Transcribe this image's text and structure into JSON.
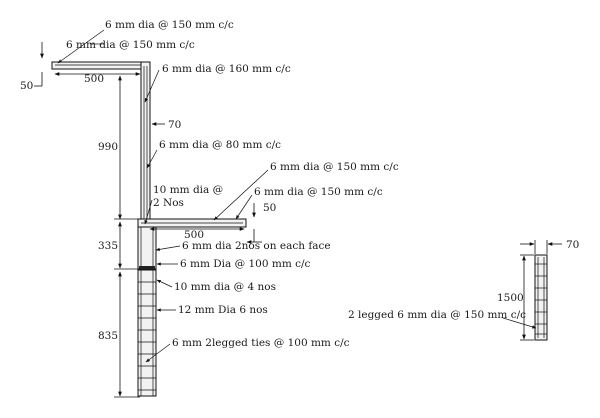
{
  "labels": {
    "top1": "6 mm dia @ 150 mm c/c",
    "top2": "6 mm dia @ 150 mm c/c",
    "wall_top": "6 mm dia @ 160 mm c/c",
    "wall_mid": "6 mm dia @ 80 mm c/c",
    "beam1": "6 mm dia @ 150 mm c/c",
    "beam2": "6 mm dia @ 150 mm c/c",
    "bar10a": "10 mm dia @",
    "bar10b": "2 Nos",
    "twonos": "6 mm dia 2nos on each face",
    "dia100": "6 mm Dia @ 100 mm c/c",
    "tenmm4": "10 mm dia @ 4 nos",
    "twelve": "12 mm Dia 6 nos",
    "ties": "6 mm 2legged ties @ 100 mm c/c",
    "side": "2 legged 6 mm dia @ 150 mm c/c"
  },
  "dims": {
    "d500top": "500",
    "d50a": "50",
    "d70a": "70",
    "d990": "990",
    "d335": "335",
    "d835": "835",
    "d500beam": "500",
    "d50b": "50",
    "d1500": "1500",
    "d70b": "70"
  }
}
